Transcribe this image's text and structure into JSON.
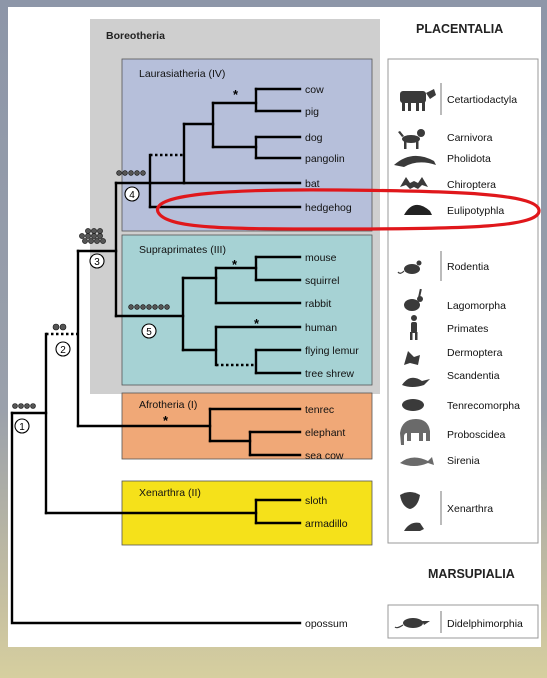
{
  "header": {
    "boreotheria": "Boreotheria",
    "placentalia": "PLACENTALIA",
    "marsupialia": "MARSUPIALIA"
  },
  "clades": {
    "laurasiatheria": "Laurasiatheria (IV)",
    "supraprimates": "Supraprimates (III)",
    "afrotheria": "Afrotheria (I)",
    "xenarthra": "Xenarthra (II)"
  },
  "colors": {
    "boreotheria_bg": "#cfcfcf",
    "laurasiatheria_bg": "#b6bfda",
    "supraprimates_bg": "#a6d2d4",
    "afrotheria_bg": "#f0a877",
    "xenarthra_bg": "#f5e11a",
    "highlight_ellipse": "#e0171b"
  },
  "nodes": [
    "1",
    "2",
    "3",
    "4",
    "5"
  ],
  "asterisk": "*",
  "taxa": {
    "cow": "cow",
    "pig": "pig",
    "dog": "dog",
    "pangolin": "pangolin",
    "bat": "bat",
    "hedgehog": "hedgehog",
    "mouse": "mouse",
    "squirrel": "squirrel",
    "rabbit": "rabbit",
    "human": "human",
    "flying_lemur": "flying lemur",
    "tree_shrew": "tree shrew",
    "tenrec": "tenrec",
    "elephant": "elephant",
    "sea_cow": "sea cow",
    "sloth": "sloth",
    "armadillo": "armadillo",
    "opossum": "opossum"
  },
  "orders": {
    "cetartiodactyla": "Cetartiodactyla",
    "carnivora": "Carnivora",
    "pholidota": "Pholidota",
    "chiroptera": "Chiroptera",
    "eulipotyphla": "Eulipotyphla",
    "rodentia": "Rodentia",
    "lagomorpha": "Lagomorpha",
    "primates": "Primates",
    "dermoptera": "Dermoptera",
    "scandentia": "Scandentia",
    "tenrecomorpha": "Tenrecomorpha",
    "proboscidea": "Proboscidea",
    "sirenia": "Sirenia",
    "xenarthra": "Xenarthra",
    "didelphimorphia": "Didelphimorphia"
  },
  "icons": {
    "cow": "cow-silhouette-icon",
    "dog": "dog-silhouette-icon",
    "pangolin": "pangolin-silhouette-icon",
    "bat": "bat-silhouette-icon",
    "hedgehog": "hedgehog-silhouette-icon",
    "mouse": "mouse-silhouette-icon",
    "rabbit": "rabbit-silhouette-icon",
    "human": "human-silhouette-icon",
    "flying_lemur": "flying-lemur-silhouette-icon",
    "tree_shrew": "tree-shrew-silhouette-icon",
    "tenrec": "tenrec-silhouette-icon",
    "elephant": "elephant-silhouette-icon",
    "sea_cow": "sea-cow-silhouette-icon",
    "sloth": "sloth-silhouette-icon",
    "armadillo": "armadillo-silhouette-icon",
    "opossum": "opossum-silhouette-icon"
  }
}
